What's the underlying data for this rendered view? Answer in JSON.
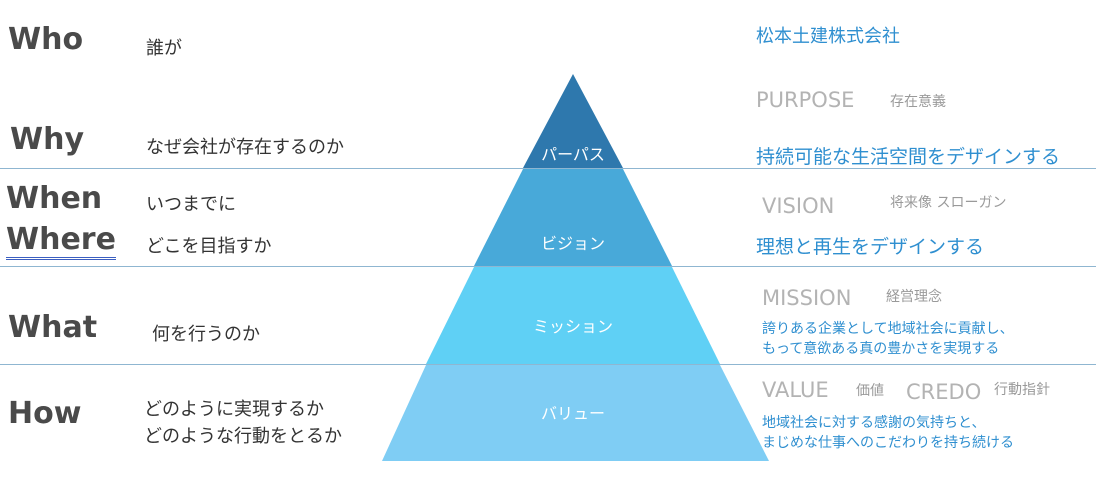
{
  "company": "松本土建株式会社",
  "questions": {
    "who": {
      "label": "Who",
      "desc": "誰が"
    },
    "why": {
      "label": "Why",
      "desc": "なぜ会社が存在するのか"
    },
    "when": {
      "label": "When",
      "desc": "いつまでに"
    },
    "where": {
      "label": "Where",
      "desc": "どこを目指すか"
    },
    "what": {
      "label": "What",
      "desc": "何を行うのか"
    },
    "how": {
      "label": "How",
      "desc1": "どのように実現するか",
      "desc2": "どのような行動をとるか"
    }
  },
  "pyramid": {
    "tiers": [
      "パーパス",
      "ビジョン",
      "ミッション",
      "バリュー"
    ],
    "colors": [
      "#2e78ad",
      "#48a9d9",
      "#5fd0f5",
      "#7fcdf4"
    ]
  },
  "right": {
    "purpose": {
      "en": "PURPOSE",
      "jp": "存在意義",
      "text": "持続可能な生活空間をデザインする"
    },
    "vision": {
      "en": "VISION",
      "jp": "将来像 スローガン",
      "text": "理想と再生をデザインする"
    },
    "mission": {
      "en": "MISSION",
      "jp": "経営理念",
      "text1": "誇りある企業として地域社会に貢献し、",
      "text2": "もって意欲ある真の豊かさを実現する"
    },
    "value": {
      "en1": "VALUE",
      "jp1": "価値",
      "en2": "CREDO",
      "jp2": "行動指針",
      "text1": "地域社会に対する感謝の気持ちと、",
      "text2": "まじめな仕事へのこだわりを持ち続ける"
    }
  }
}
